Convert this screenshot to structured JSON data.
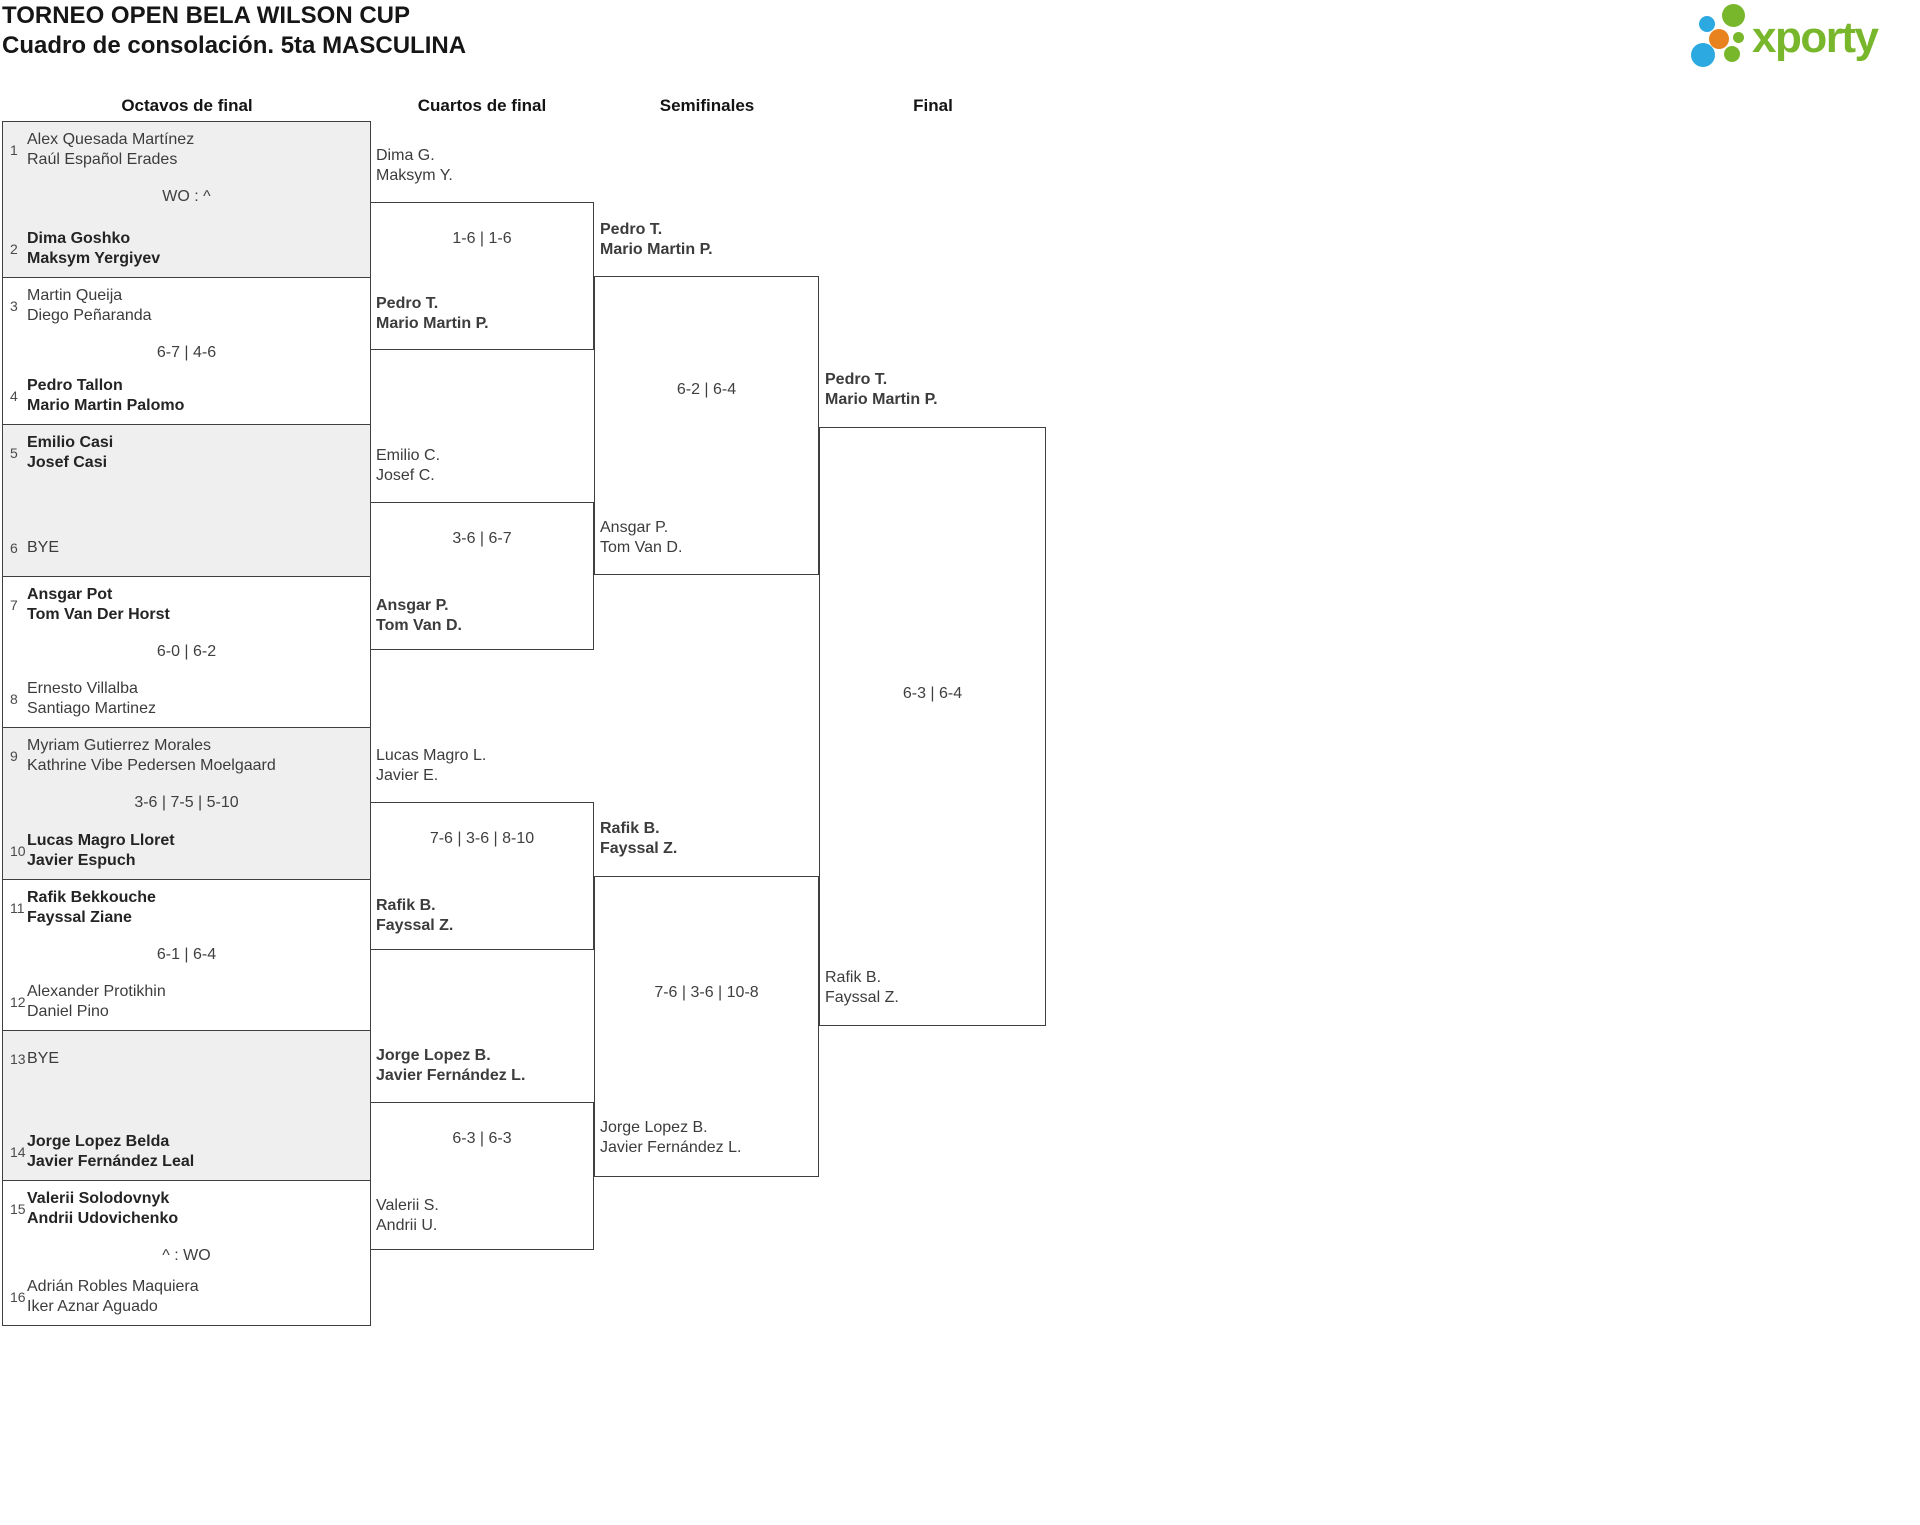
{
  "title": {
    "line1": "TORNEO OPEN BELA WILSON CUP",
    "line2": "Cuadro de consolación. 5ta MASCULINA"
  },
  "logo": {
    "brand": "xporty",
    "colors": {
      "green": "#78b72b",
      "blue": "#2ba9e0",
      "orange": "#e8821e"
    }
  },
  "round_headers": [
    "Octavos de final",
    "Cuartos de final",
    "Semifinales",
    "Final"
  ],
  "octavos": [
    {
      "seed_top": "1",
      "team_top": [
        "Alex Quesada Martínez",
        "Raúl Español Erades"
      ],
      "top_winner": false,
      "score": "WO : ^",
      "seed_bottom": "2",
      "team_bottom": [
        "Dima Goshko",
        "Maksym Yergiyev"
      ],
      "bottom_winner": true
    },
    {
      "seed_top": "3",
      "team_top": [
        "Martin Queija",
        "Diego Peñaranda"
      ],
      "top_winner": false,
      "score": "6-7 | 4-6",
      "seed_bottom": "4",
      "team_bottom": [
        "Pedro Tallon",
        "Mario Martin Palomo"
      ],
      "bottom_winner": true
    },
    {
      "seed_top": "5",
      "team_top": [
        "Emilio Casi",
        "Josef Casi"
      ],
      "top_winner": true,
      "score": "",
      "seed_bottom": "6",
      "team_bottom": [
        "BYE"
      ],
      "bottom_winner": false
    },
    {
      "seed_top": "7",
      "team_top": [
        "Ansgar Pot",
        "Tom Van Der Horst"
      ],
      "top_winner": true,
      "score": "6-0 | 6-2",
      "seed_bottom": "8",
      "team_bottom": [
        "Ernesto Villalba",
        "Santiago Martinez"
      ],
      "bottom_winner": false
    },
    {
      "seed_top": "9",
      "team_top": [
        "Myriam Gutierrez Morales",
        "Kathrine Vibe Pedersen Moelgaard"
      ],
      "top_winner": false,
      "score": "3-6 | 7-5 | 5-10",
      "seed_bottom": "10",
      "team_bottom": [
        "Lucas Magro Lloret",
        "Javier Espuch"
      ],
      "bottom_winner": true
    },
    {
      "seed_top": "11",
      "team_top": [
        "Rafik Bekkouche",
        "Fayssal Ziane"
      ],
      "top_winner": true,
      "score": "6-1 | 6-4",
      "seed_bottom": "12",
      "team_bottom": [
        "Alexander Protikhin",
        "Daniel Pino"
      ],
      "bottom_winner": false
    },
    {
      "seed_top": "13",
      "team_top": [
        "BYE"
      ],
      "top_winner": false,
      "score": "",
      "seed_bottom": "14",
      "team_bottom": [
        "Jorge Lopez Belda",
        "Javier Fernández Leal"
      ],
      "bottom_winner": true
    },
    {
      "seed_top": "15",
      "team_top": [
        "Valerii Solodovnyk",
        "Andrii Udovichenko"
      ],
      "top_winner": true,
      "score": "^ : WO",
      "seed_bottom": "16",
      "team_bottom": [
        "Adrián Robles Maquiera",
        "Iker Aznar Aguado"
      ],
      "bottom_winner": false
    }
  ],
  "cuartos": [
    {
      "team_top": [
        "Dima G.",
        "Maksym Y."
      ],
      "top_winner": false,
      "score": "1-6 | 1-6",
      "team_bottom": [
        "Pedro T.",
        "Mario Martin P."
      ],
      "bottom_winner": true
    },
    {
      "team_top": [
        "Emilio C.",
        "Josef C."
      ],
      "top_winner": false,
      "score": "3-6 | 6-7",
      "team_bottom": [
        "Ansgar P.",
        "Tom Van D."
      ],
      "bottom_winner": true
    },
    {
      "team_top": [
        "Lucas Magro L.",
        "Javier E."
      ],
      "top_winner": false,
      "score": "7-6 | 3-6 | 8-10",
      "team_bottom": [
        "Rafik B.",
        "Fayssal Z."
      ],
      "bottom_winner": true
    },
    {
      "team_top": [
        "Jorge Lopez B.",
        "Javier Fernández L."
      ],
      "top_winner": true,
      "score": "6-3 | 6-3",
      "team_bottom": [
        "Valerii S.",
        "Andrii U."
      ],
      "bottom_winner": false
    }
  ],
  "semifinales": [
    {
      "team_top": [
        "Pedro T.",
        "Mario Martin P."
      ],
      "top_winner": true,
      "score": "6-2 | 6-4",
      "team_bottom": [
        "Ansgar P.",
        "Tom Van D."
      ],
      "bottom_winner": false
    },
    {
      "team_top": [
        "Rafik B.",
        "Fayssal Z."
      ],
      "top_winner": true,
      "score": "7-6 | 3-6 | 10-8",
      "team_bottom": [
        "Jorge Lopez B.",
        "Javier Fernández L."
      ],
      "bottom_winner": false
    }
  ],
  "final": {
    "team_top": [
      "Pedro T.",
      "Mario Martin P."
    ],
    "top_winner": true,
    "score": "6-3 | 6-4",
    "team_bottom": [
      "Rafik B.",
      "Fayssal Z."
    ],
    "bottom_winner": false
  }
}
